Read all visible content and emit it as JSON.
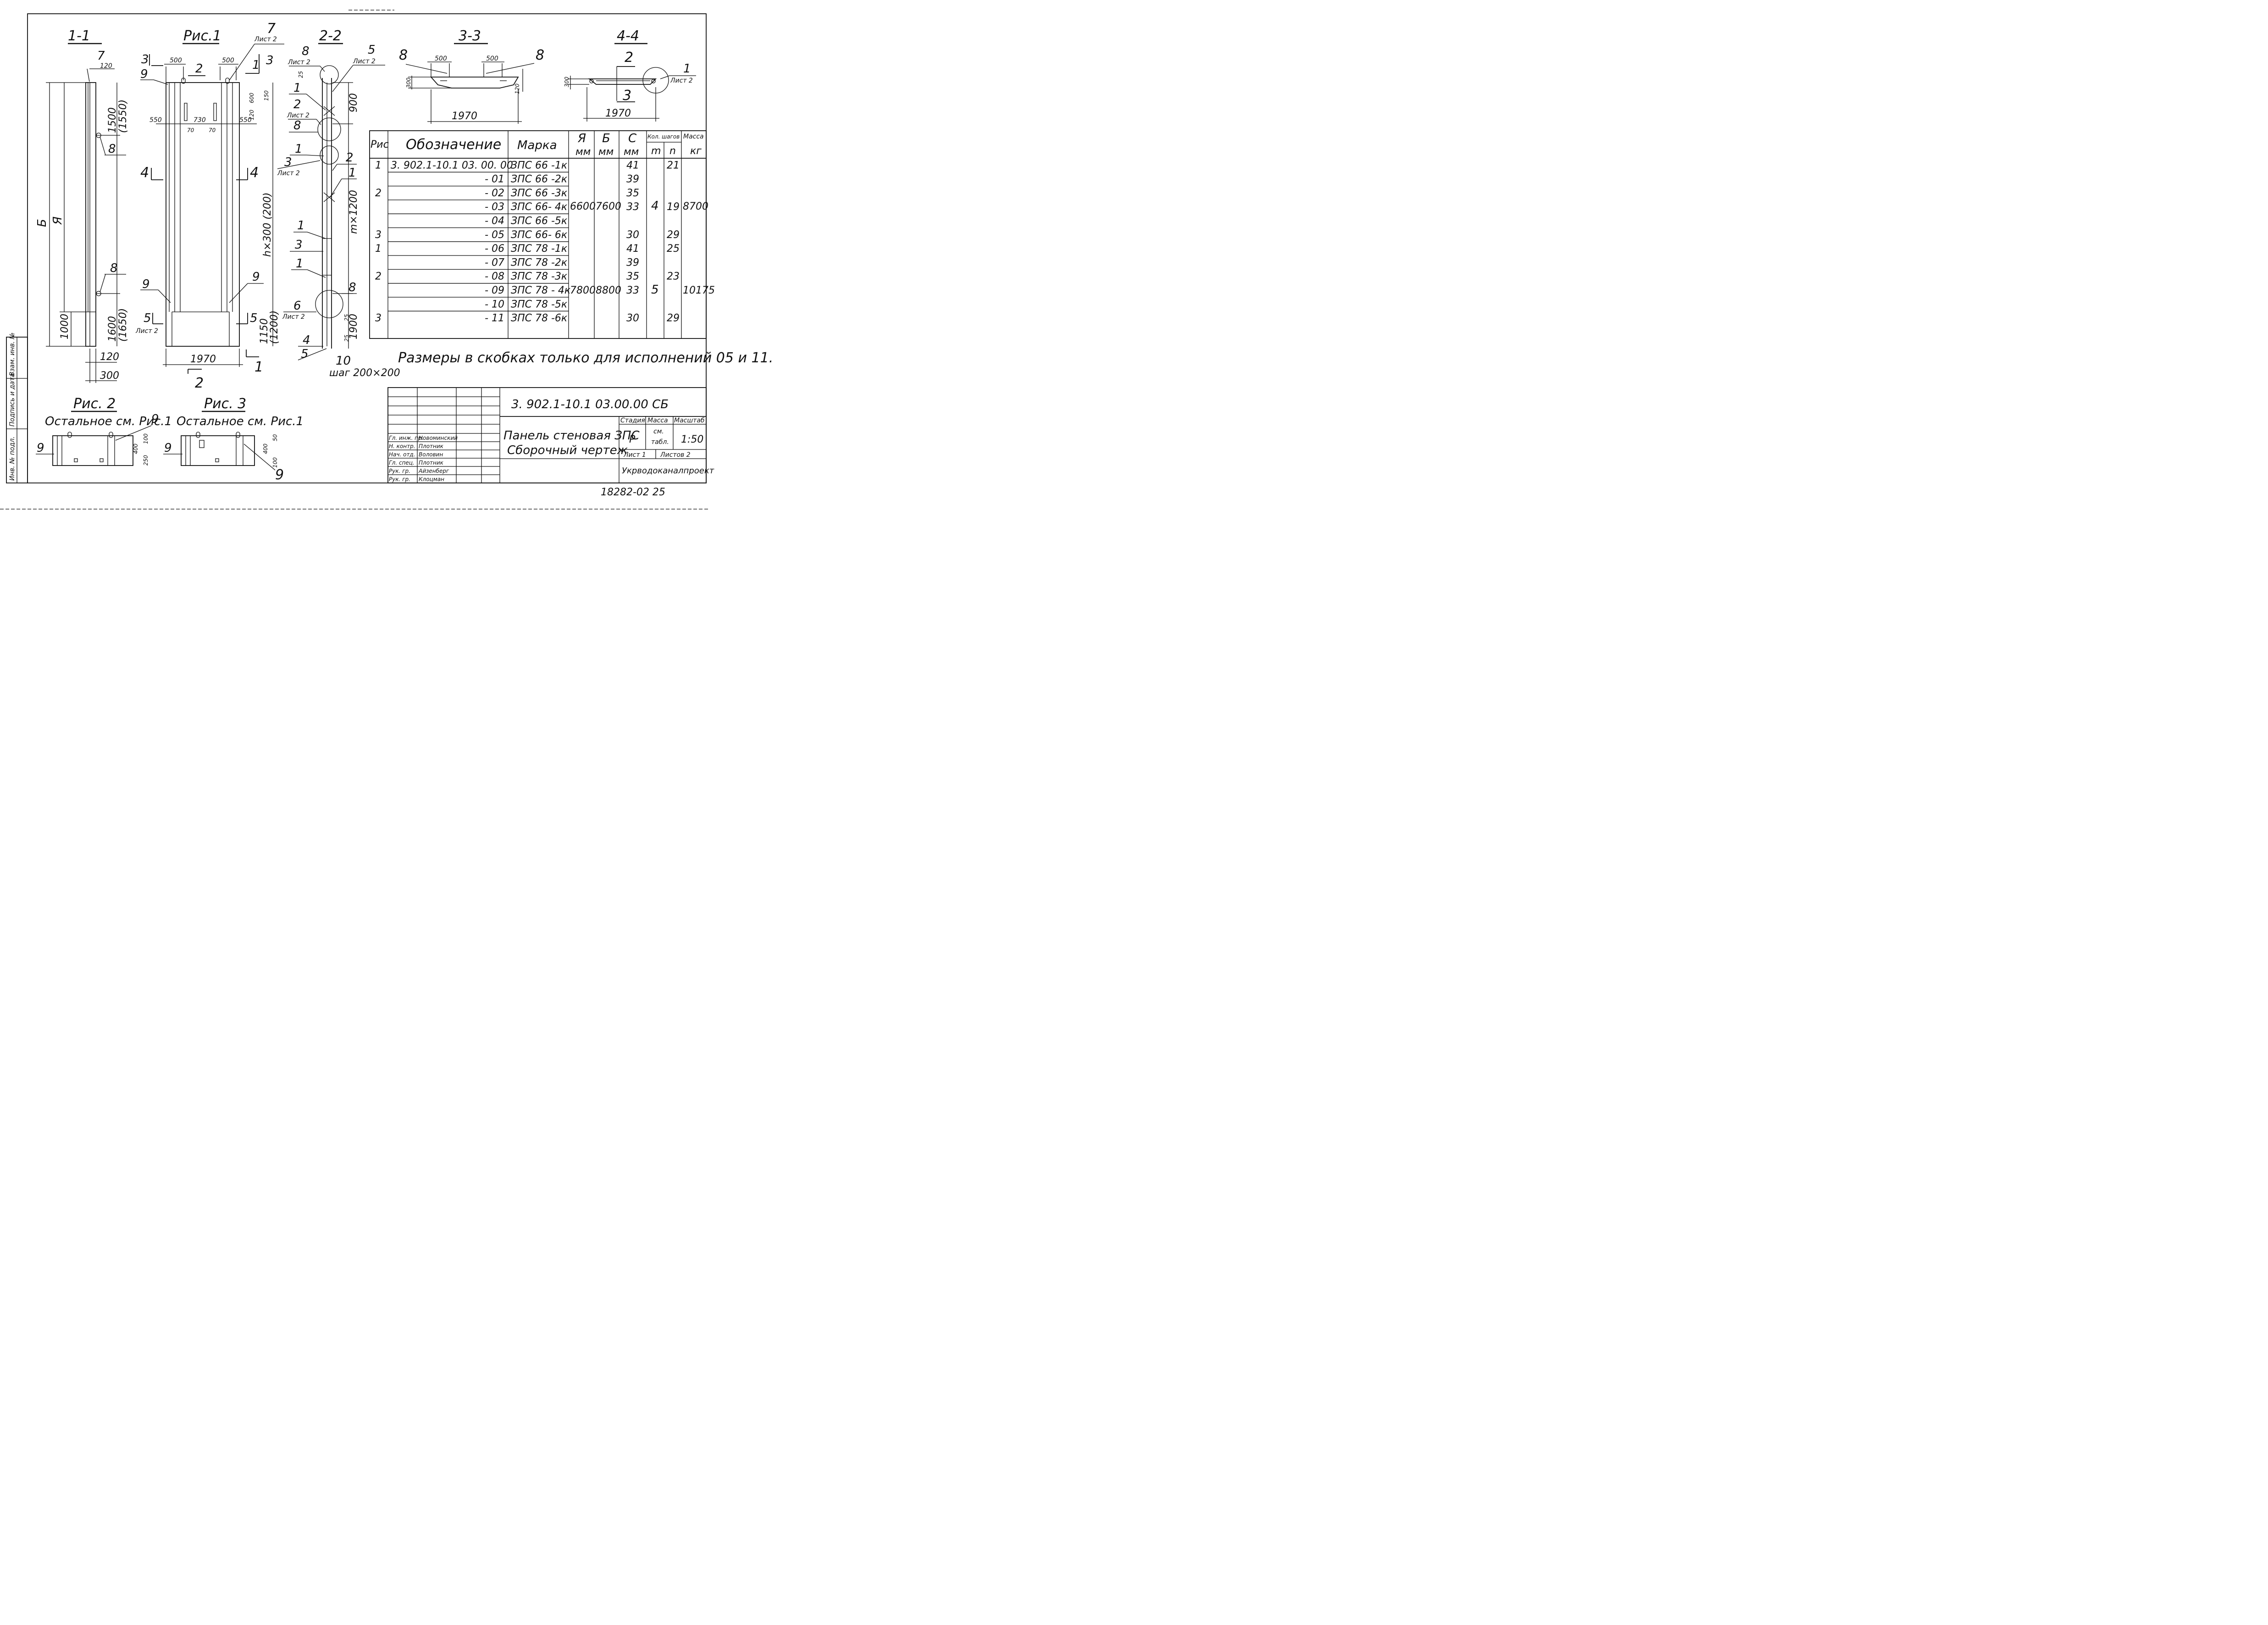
{
  "views": {
    "s11": "1-1",
    "ris1": "Рис.1",
    "s22": "2-2",
    "s33": "3-3",
    "s44": "4-4",
    "ris2": "Рис. 2",
    "ris3": "Рис. 3",
    "rest1": "Остальное см. Рис.1",
    "rest2": "Остальное см. Рис.1"
  },
  "labels": {
    "list2": "Лист 2",
    "note": "Размеры в скобках только для исполнений 05 и 11.",
    "shag": "шаг 200×200",
    "nx300": "h×300 (200)",
    "mx1200": "m×1200"
  },
  "dims": {
    "d120": "120",
    "d1500": "1500",
    "d1550": "(1550)",
    "d1000": "1000",
    "d1600": "1600",
    "d1650": "(1650)",
    "d300": "300",
    "d500": "500",
    "d550": "550",
    "d730": "730",
    "d70": "70",
    "d600": "600",
    "d150": "150",
    "d1150": "1150",
    "d1200": "(1200)",
    "d1970": "1970",
    "d25": "25",
    "d900": "900",
    "d1900": "1900",
    "d400": "400",
    "d100": "100",
    "d250": "250",
    "d50": "50",
    "B": "Б",
    "A": "Я"
  },
  "marks": {
    "n1": "1",
    "n2": "2",
    "n3": "3",
    "n4": "4",
    "n5": "5",
    "n6": "6",
    "n7": "7",
    "n8": "8",
    "n9": "9",
    "n10": "10"
  },
  "table": {
    "headers": {
      "ris": "Рис",
      "oboz": "Обозначение",
      "marka": "Марка",
      "a": "Я",
      "a_u": "мм",
      "b": "Б",
      "b_u": "мм",
      "c": "С",
      "c_u": "мм",
      "kol": "Кол. шагов",
      "m": "m",
      "n": "n",
      "massa": "Масса",
      "massa_u": "кг"
    },
    "rows": [
      {
        "ris": "1",
        "oboz": "3. 902.1-10.1 03. 00. 00",
        "marka": "ЗПС 66 -1к",
        "c": "41",
        "n": "21"
      },
      {
        "ris": "",
        "oboz": "- 01",
        "marka": "ЗПС 66 -2к",
        "c": "39",
        "n": ""
      },
      {
        "ris": "2",
        "oboz": "- 02",
        "marka": "ЗПС 66 -3к",
        "c": "35",
        "n": ""
      },
      {
        "ris": "",
        "oboz": "- 03",
        "marka": "ЗПС 66- 4к",
        "c": "33",
        "n": "19"
      },
      {
        "ris": "",
        "oboz": "- 04",
        "marka": "ЗПС 66 -5к",
        "c": "",
        "n": ""
      },
      {
        "ris": "3",
        "oboz": "- 05",
        "marka": "ЗПС 66- 6к",
        "c": "30",
        "n": "29"
      },
      {
        "ris": "1",
        "oboz": "- 06",
        "marka": "ЗПС 78 -1к",
        "c": "41",
        "n": "25"
      },
      {
        "ris": "",
        "oboz": "- 07",
        "marka": "ЗПС 78 -2к",
        "c": "39",
        "n": ""
      },
      {
        "ris": "2",
        "oboz": "- 08",
        "marka": "ЗПС 78 -3к",
        "c": "35",
        "n": "23"
      },
      {
        "ris": "",
        "oboz": "- 09",
        "marka": "ЗПС 78 - 4к",
        "c": "33",
        "n": ""
      },
      {
        "ris": "",
        "oboz": "- 10",
        "marka": "ЗПС 78 -5к",
        "c": "",
        "n": ""
      },
      {
        "ris": "3",
        "oboz": "- 11",
        "marka": "ЗПС 78 -6к",
        "c": "30",
        "n": "29"
      }
    ],
    "group1": {
      "a": "6600",
      "b": "7600",
      "m": "4",
      "massa": "8700"
    },
    "group2": {
      "a": "7800",
      "b": "8800",
      "m": "5",
      "massa": "10175"
    }
  },
  "titleblock": {
    "code": "3. 902.1-10.1 03.00.00 СБ",
    "name1": "Панель стеновая ЗПС",
    "name2": "Сборочный чертеж",
    "stadia_h": "Стадия",
    "massa_h": "Масса",
    "masshtab_h": "Масштаб",
    "stadia": "Р",
    "massa1": "см.",
    "massa2": "табл.",
    "masshtab": "1:50",
    "list": "Лист 1",
    "listov": "Листов 2",
    "org": "Укрводоканалпроект",
    "people": [
      {
        "role": "Гл. инж. пр.",
        "name": "Новоминский"
      },
      {
        "role": "Н. контр.",
        "name": "Плотник"
      },
      {
        "role": "Нач. отд.",
        "name": "Воловин"
      },
      {
        "role": "Гл. спец.",
        "name": "Плотник"
      },
      {
        "role": "Рук. гр.",
        "name": "Айзенберг"
      },
      {
        "role": "Рук. гр.",
        "name": "Клоцман"
      }
    ]
  },
  "sidebar": {
    "inv": "Инв. № подл.",
    "sign": "Подпись и дата",
    "vzam": "Взам. инв. №"
  },
  "footer": {
    "code": "18282-02 25"
  }
}
